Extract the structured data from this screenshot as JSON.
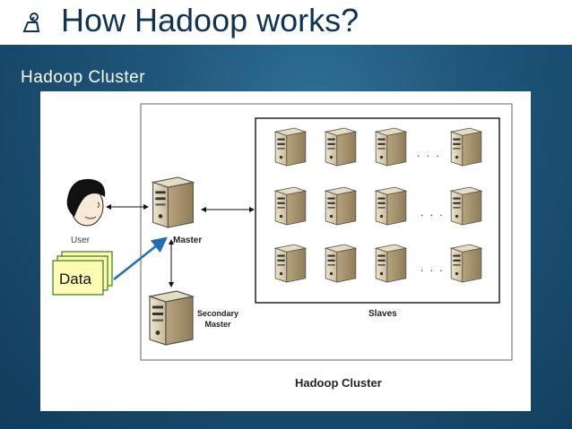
{
  "slide": {
    "title": "How Hadoop works?",
    "subtitle": "Hadoop Cluster"
  },
  "diagram": {
    "user_label": "User",
    "data_label": "Data",
    "master_label": "Master",
    "secondary_master_line1": "Secondary",
    "secondary_master_line2": "Master",
    "slaves_label": "Slaves",
    "cluster_label": "Hadoop Cluster",
    "ellipsis": ". . .",
    "slave_rows": 3,
    "slave_columns_visible": 4
  },
  "colors": {
    "title_text": "#0f3352",
    "background": "#1d5478",
    "arrow_blue": "#1f6fb2",
    "server_body": "#d9cdb0"
  }
}
